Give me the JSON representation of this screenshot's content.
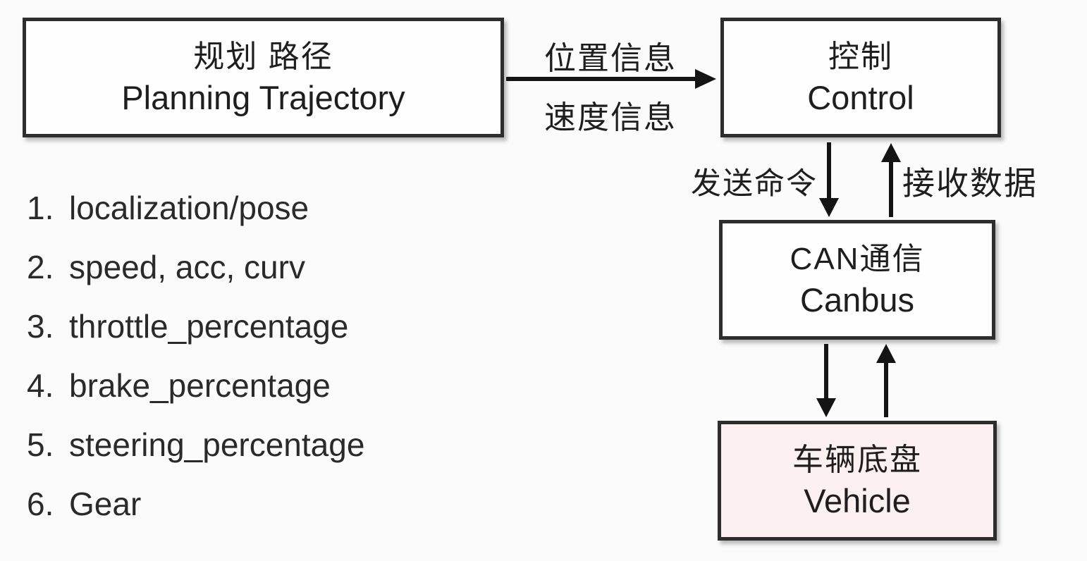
{
  "diagram": {
    "colors": {
      "bg": "#fbfbfb",
      "border": "#2d2d2d",
      "text": "#1e1e1e",
      "arrow": "#141414",
      "vehicle_fill": "#fdf0f1",
      "box_fill": "#fefefe"
    },
    "nodes": {
      "planning": {
        "title_zh": "规划 路径",
        "title_en": "Planning Trajectory"
      },
      "control": {
        "title_zh": "控制",
        "title_en": "Control"
      },
      "canbus": {
        "title_zh": "CAN通信",
        "title_en": "Canbus"
      },
      "vehicle": {
        "title_zh": "车辆底盘",
        "title_en": "Vehicle"
      }
    },
    "edges": {
      "planning_to_control": {
        "label_top": "位置信息",
        "label_bottom": "速度信息"
      },
      "control_to_canbus": {
        "label": "发送命令"
      },
      "canbus_to_control": {
        "label": "接收数据"
      }
    },
    "list": {
      "items": [
        {
          "num": "1.",
          "text": "localization/pose"
        },
        {
          "num": "2.",
          "text": "speed, acc, curv"
        },
        {
          "num": "3.",
          "text": "throttle_percentage"
        },
        {
          "num": "4.",
          "text": "brake_percentage"
        },
        {
          "num": "5.",
          "text": "steering_percentage"
        },
        {
          "num": "6.",
          "text": "Gear"
        }
      ]
    }
  }
}
